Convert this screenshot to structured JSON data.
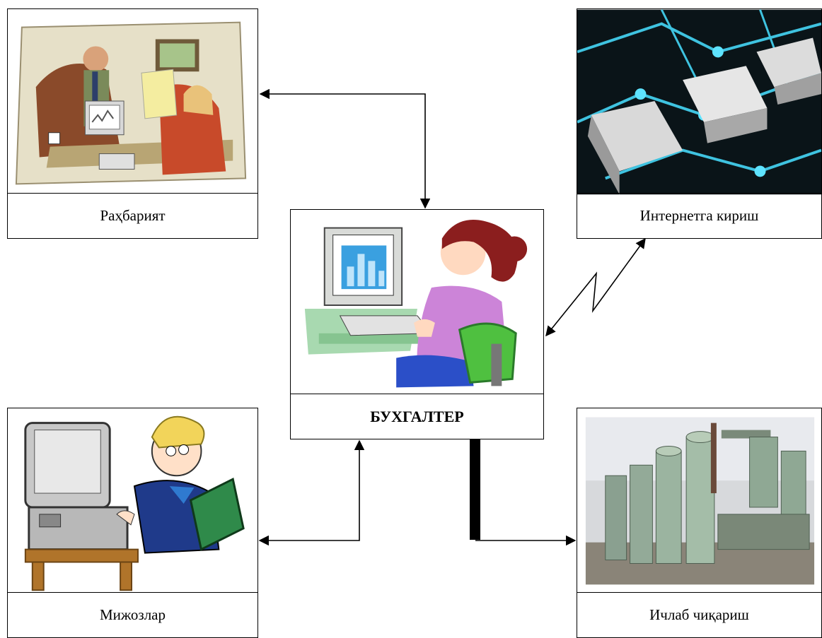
{
  "nodes": {
    "management": {
      "label": "Раҳбарият"
    },
    "internet": {
      "label": "Интернетга кириш"
    },
    "accountant": {
      "label": "БУХГАЛТЕР"
    },
    "clients": {
      "label": "Мижозлар"
    },
    "production": {
      "label": "Ичлаб чиқариш"
    }
  },
  "edges": [
    {
      "from": "accountant",
      "to": "management",
      "style": "double-arrow"
    },
    {
      "from": "accountant",
      "to": "internet",
      "style": "double-arrow-zigzag"
    },
    {
      "from": "accountant",
      "to": "clients",
      "style": "double-arrow"
    },
    {
      "from": "accountant",
      "to": "production",
      "style": "thick-bar-arrow"
    }
  ]
}
